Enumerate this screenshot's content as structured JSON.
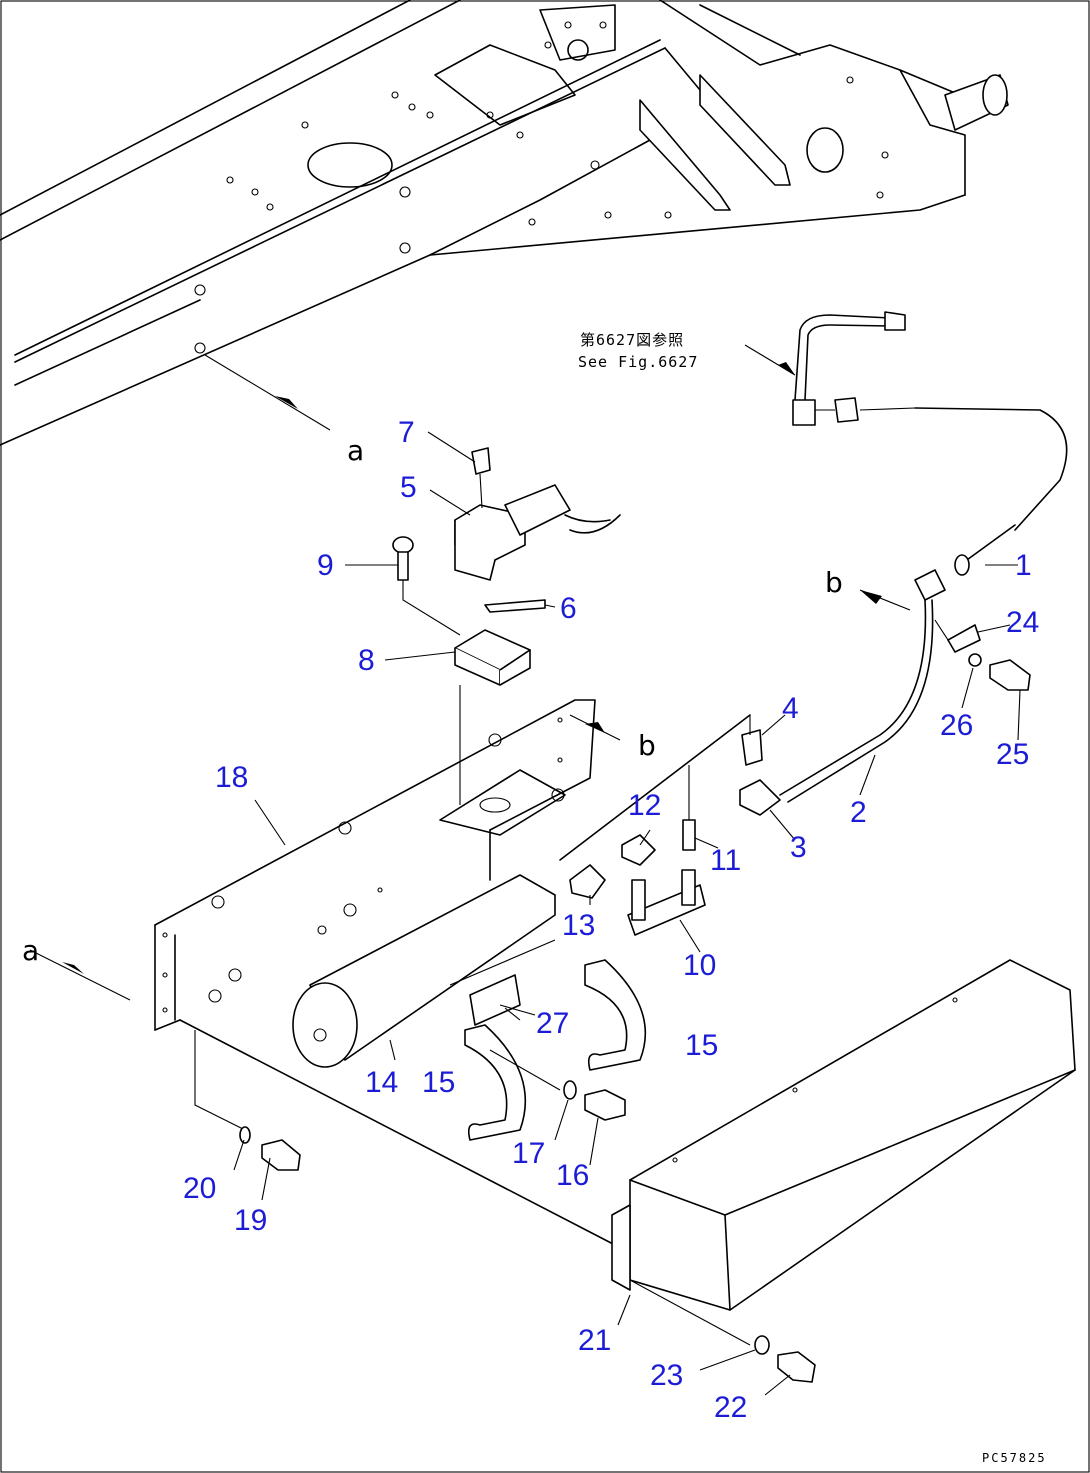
{
  "callouts": [
    {
      "id": "c1",
      "text": "1"
    },
    {
      "id": "c2",
      "text": "2"
    },
    {
      "id": "c3",
      "text": "3"
    },
    {
      "id": "c4",
      "text": "4"
    },
    {
      "id": "c5",
      "text": "5"
    },
    {
      "id": "c6",
      "text": "6"
    },
    {
      "id": "c7",
      "text": "7"
    },
    {
      "id": "c8",
      "text": "8"
    },
    {
      "id": "c9",
      "text": "9"
    },
    {
      "id": "c10",
      "text": "10"
    },
    {
      "id": "c11",
      "text": "11"
    },
    {
      "id": "c12",
      "text": "12"
    },
    {
      "id": "c13",
      "text": "13"
    },
    {
      "id": "c14",
      "text": "14"
    },
    {
      "id": "c15a",
      "text": "15"
    },
    {
      "id": "c15b",
      "text": "15"
    },
    {
      "id": "c16",
      "text": "16"
    },
    {
      "id": "c17",
      "text": "17"
    },
    {
      "id": "c18",
      "text": "18"
    },
    {
      "id": "c19",
      "text": "19"
    },
    {
      "id": "c20",
      "text": "20"
    },
    {
      "id": "c21",
      "text": "21"
    },
    {
      "id": "c22",
      "text": "22"
    },
    {
      "id": "c23",
      "text": "23"
    },
    {
      "id": "c24",
      "text": "24"
    },
    {
      "id": "c25",
      "text": "25"
    },
    {
      "id": "c26",
      "text": "26"
    },
    {
      "id": "c27",
      "text": "27"
    }
  ],
  "view_refs": [
    {
      "id": "ra1",
      "text": "a"
    },
    {
      "id": "ra2",
      "text": "a"
    },
    {
      "id": "rb1",
      "text": "b"
    },
    {
      "id": "rb2",
      "text": "b"
    }
  ],
  "figure_note": {
    "japanese": "第6627図参照",
    "english": "See Fig.6627"
  },
  "drawing_code": "PC57825",
  "colors": {
    "callout": "#1c1cd6",
    "linework": "#000000",
    "background": "#ffffff"
  }
}
